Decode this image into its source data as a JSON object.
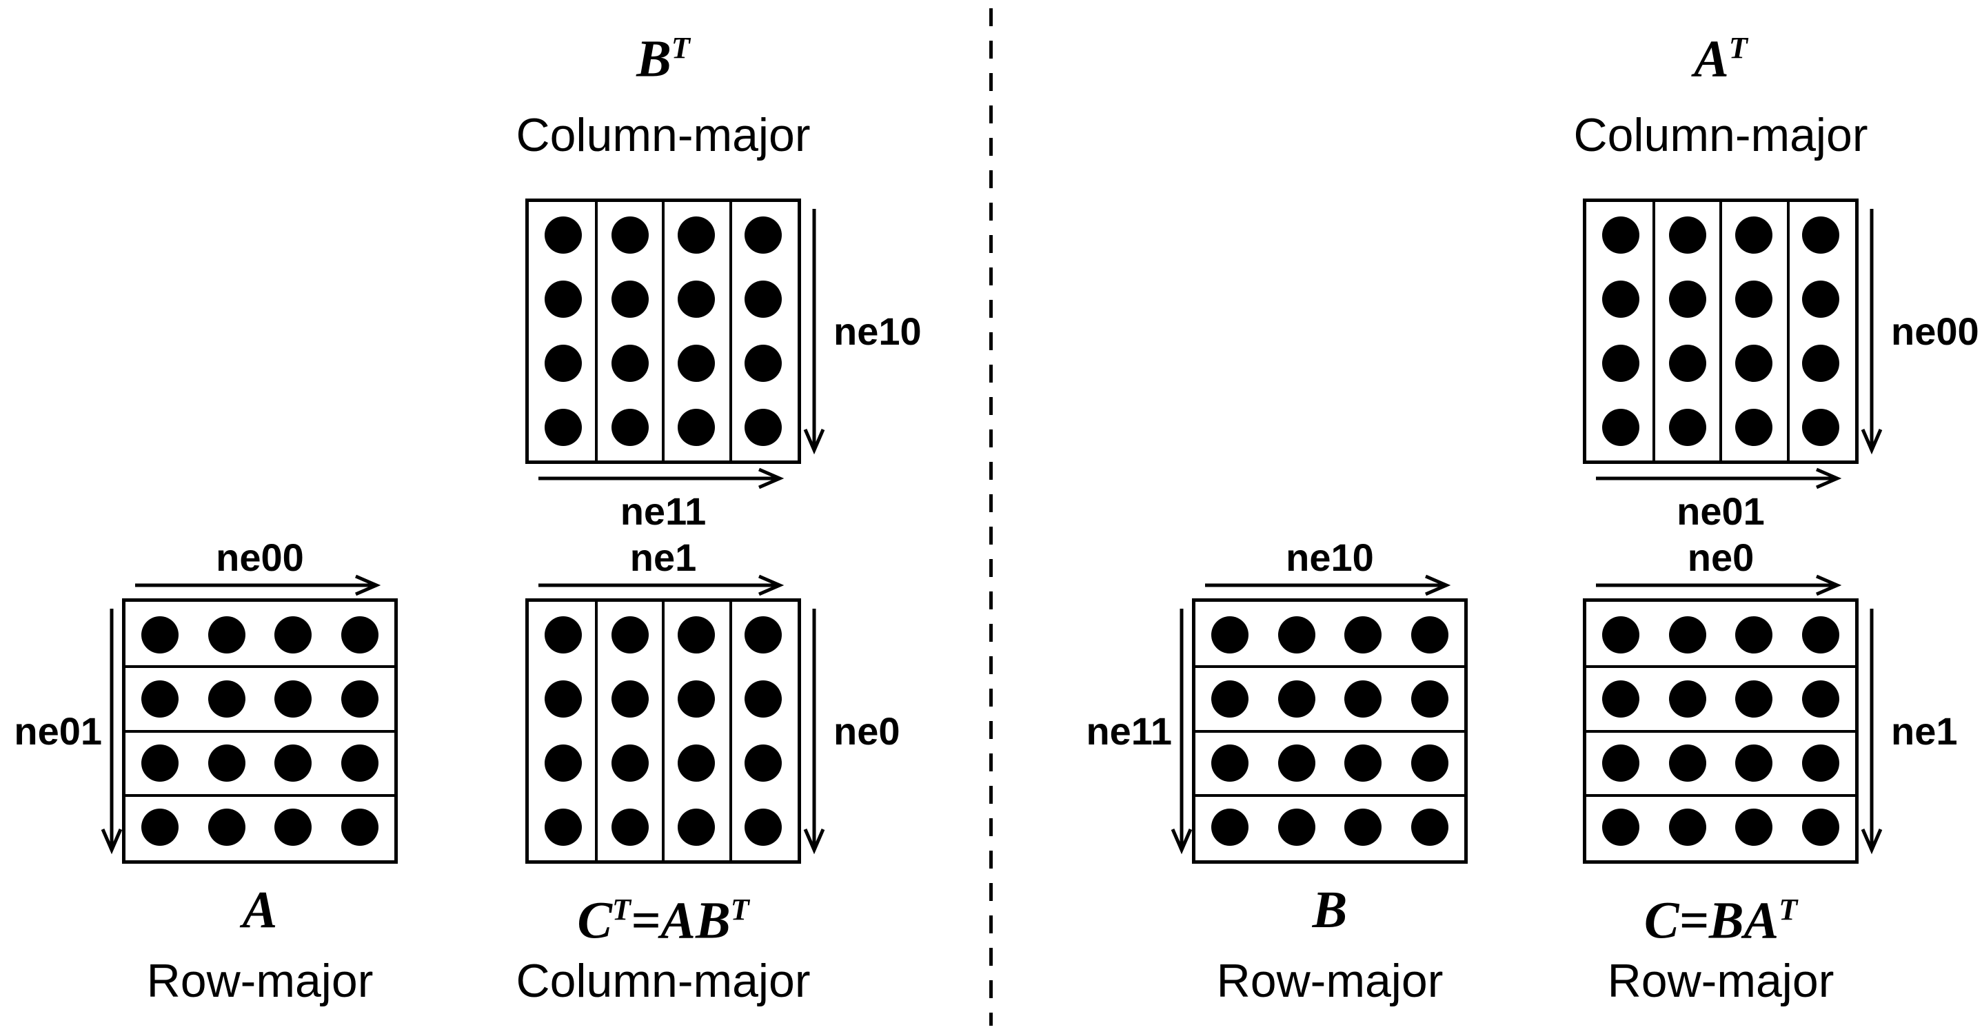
{
  "figure": {
    "description": "Matrix memory-layout diagram comparing row-major and column-major storage for C^T = A B^T (left panel) and C = B A^T (right panel)",
    "grid": {
      "rows": 4,
      "cols": 4
    },
    "colors": {
      "ink": "#000000",
      "background": "#ffffff"
    },
    "panels": [
      {
        "id": "left",
        "matrices": [
          {
            "id": "bt",
            "math": "B^T",
            "layout": "Column-major",
            "title_position": "above",
            "grid": "column",
            "arrows": {
              "right": "ne10",
              "bottom": "ne11"
            }
          },
          {
            "id": "a",
            "math": "A",
            "layout": "Row-major",
            "title_position": "below",
            "grid": "row",
            "arrows": {
              "top": "ne00",
              "left": "ne01"
            }
          },
          {
            "id": "ct",
            "math": "C^T=AB^T",
            "layout": "Column-major",
            "title_position": "below",
            "grid": "column",
            "arrows": {
              "top": "ne1",
              "right": "ne0"
            }
          }
        ]
      },
      {
        "id": "right",
        "matrices": [
          {
            "id": "at",
            "math": "A^T",
            "layout": "Column-major",
            "title_position": "above",
            "grid": "column",
            "arrows": {
              "right": "ne00",
              "bottom": "ne01"
            }
          },
          {
            "id": "b",
            "math": "B",
            "layout": "Row-major",
            "title_position": "below",
            "grid": "row",
            "arrows": {
              "top": "ne10",
              "left": "ne11"
            }
          },
          {
            "id": "c",
            "math": "C=BA^T",
            "layout": "Row-major",
            "title_position": "below",
            "grid": "row",
            "arrows": {
              "top": "ne0",
              "right": "ne1"
            }
          }
        ]
      }
    ]
  }
}
